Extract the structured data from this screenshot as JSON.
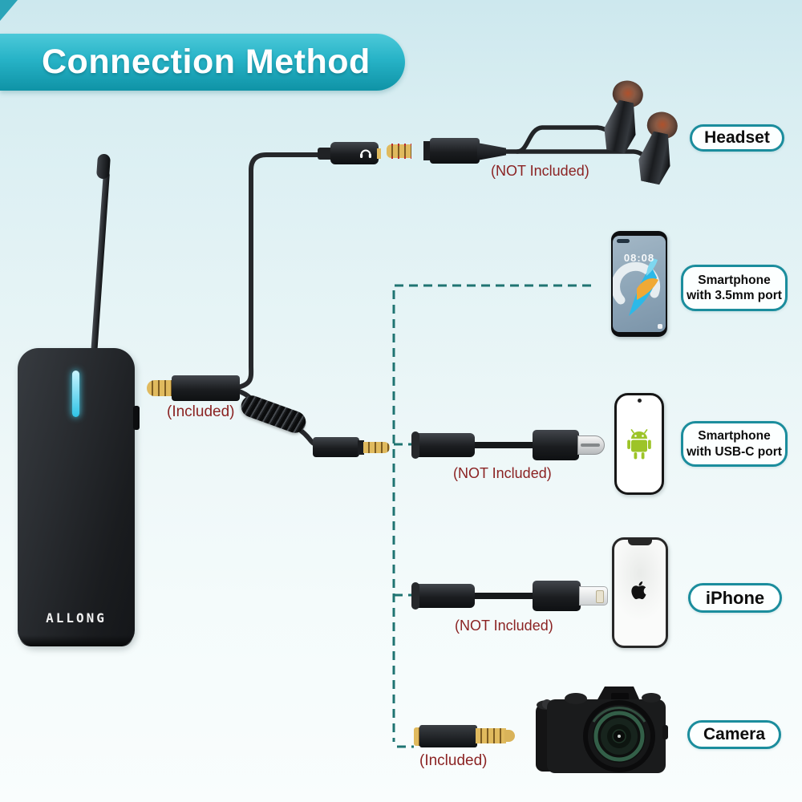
{
  "title": "Connection Method",
  "receiver": {
    "brand": "ALLONG"
  },
  "huawei": {
    "clock": "08:08"
  },
  "labels": {
    "headset": "Headset",
    "phone_35mm": "Smartphone with 3.5mm port",
    "phone_usbc": "Smartphone with USB-C port",
    "iphone": "iPhone",
    "camera": "Camera"
  },
  "annotations": {
    "headset_note": "(NOT Included)",
    "receiver_cable_note": "(Included)",
    "usbc_note": "(NOT Included)",
    "lightning_note": "(NOT Included)",
    "camera_note": "(Included)"
  },
  "colors": {
    "banner_teal": "#27b3c7",
    "label_border": "#1b8d9d",
    "dashed_line": "#1f7472",
    "annotation_red": "#8b2323",
    "led_cyan": "#2ec3e6",
    "android_green": "#9dc428"
  }
}
